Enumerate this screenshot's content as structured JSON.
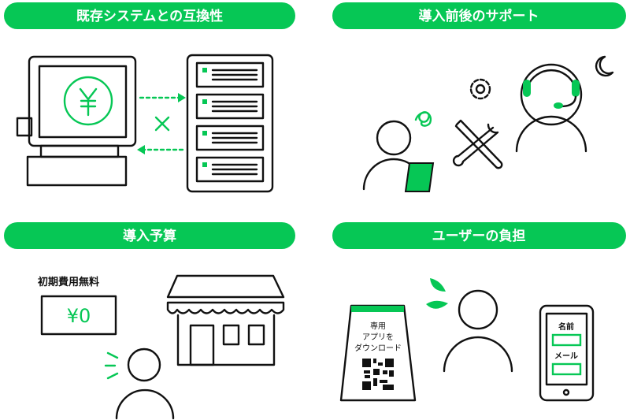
{
  "colors": {
    "accent": "#06c755",
    "line": "#111111"
  },
  "panels": [
    {
      "title": "既存システムとの互換性"
    },
    {
      "title": "導入前後のサポート"
    },
    {
      "title": "導入予算",
      "caption": "初期費用無料",
      "price": "¥0"
    },
    {
      "title": "ユーザーの負担",
      "stand_text": [
        "専用",
        "アプリを",
        "ダウンロード"
      ],
      "form_labels": [
        "名前",
        "メール"
      ]
    }
  ]
}
